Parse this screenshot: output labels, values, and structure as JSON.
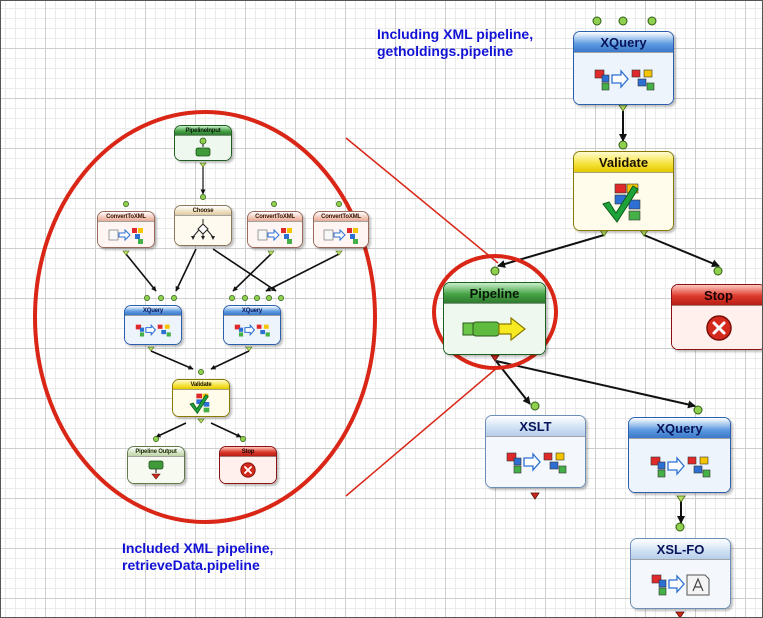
{
  "annotations": {
    "including": [
      "Including XML pipeline,",
      "getholdings.pipeline"
    ],
    "included": [
      "Included XML pipeline,",
      "retrieveData.pipeline"
    ]
  },
  "main_nodes": {
    "xquery_top": "XQuery",
    "validate": "Validate",
    "pipeline": "Pipeline",
    "stop": "Stop",
    "xslt": "XSLT",
    "xquery_bottom": "XQuery",
    "xslfo": "XSL-FO"
  },
  "inset_nodes": {
    "pipeline_input": "PipelineInput",
    "choose": "Choose",
    "convert_1": "ConvertToXML",
    "convert_2": "ConvertToXML",
    "convert_3": "ConvertToXML",
    "xquery_left": "XQuery",
    "xquery_right": "XQuery",
    "validate": "Validate",
    "pipeline_output": "Pipeline Output",
    "stop": "Stop"
  },
  "colors": {
    "callout": "#d92616",
    "annotation_text": "#1212d6",
    "port": "#8fd14f",
    "out_port": "#b8e067",
    "stop_port": "#cc2a1c"
  },
  "icons": {
    "xquery": "xquery-transform-icon",
    "validate": "validate-check-icon",
    "pipeline": "pipeline-arrow-icon",
    "stop": "stop-x-icon",
    "xslt": "xslt-transform-icon",
    "xslfo": "xslfo-document-icon",
    "convert": "convert-to-xml-icon",
    "choose": "choose-branch-icon"
  }
}
